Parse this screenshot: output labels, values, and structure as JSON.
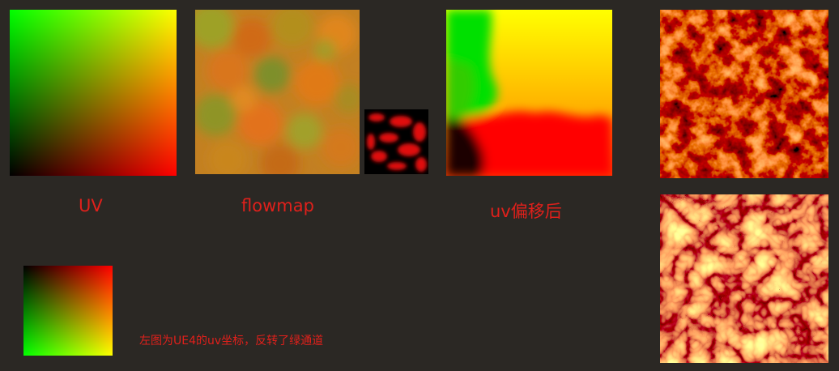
{
  "labels": {
    "uv": "UV",
    "flowmap": "flowmap",
    "uv_offset": "uv偏移后",
    "note": "左图为UE4的uv坐标，反转了绿通道"
  },
  "colors": {
    "background": "#2b2824",
    "label_text": "#e0201b"
  }
}
